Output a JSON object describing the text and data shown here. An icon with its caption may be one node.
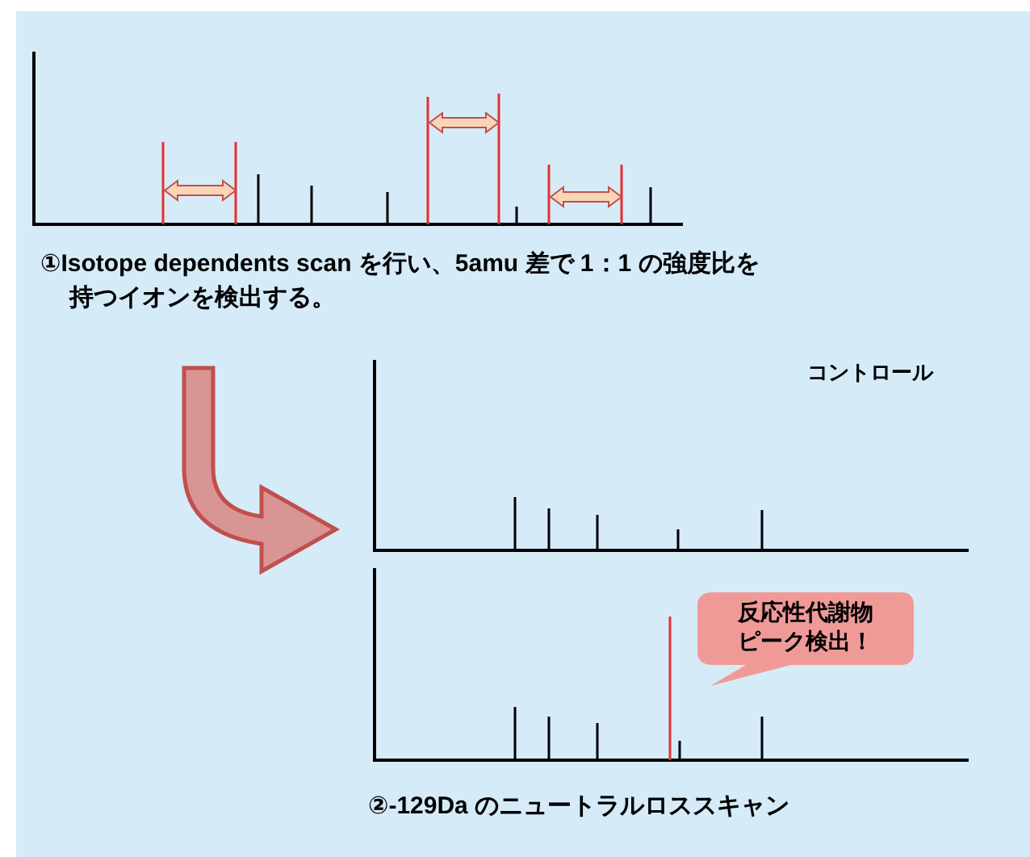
{
  "diagram": {
    "nodes": [
      {
        "text": [
          "反応性代謝物ピーク検出！"
        ]
      }
    ],
    "edges": [],
    "labels": [
      "①Isotope dependents scan を行い、5amu 差で 1：1 の強度比を持つイオンを検出する。",
      "コントロール",
      "②-129Da のニュートラルロススキャン"
    ]
  }
}
